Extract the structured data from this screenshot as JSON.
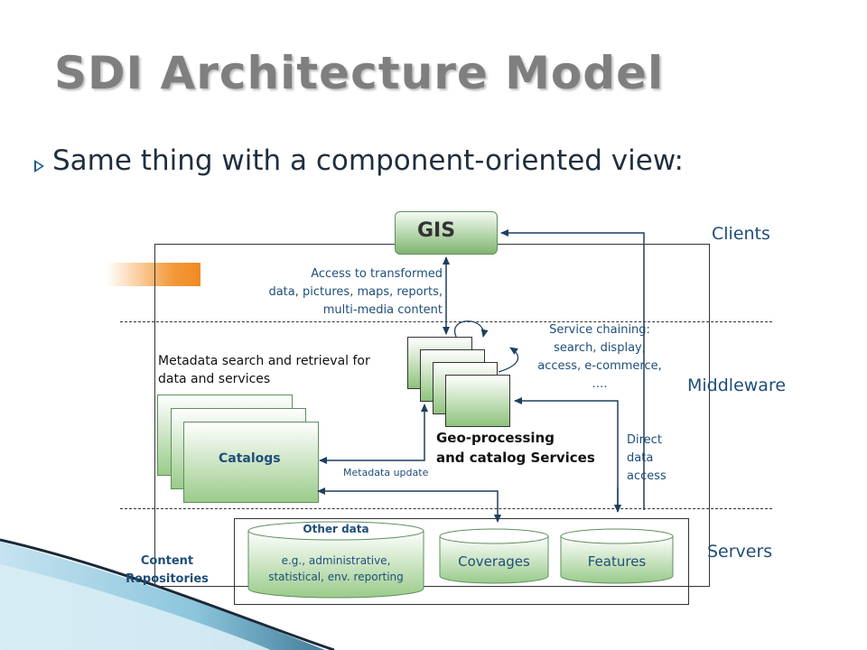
{
  "slide": {
    "title": "SDI Architecture Model",
    "subtitle": "Same thing with a component-oriented view:"
  },
  "tiers": {
    "clients": "Clients",
    "middleware": "Middleware",
    "servers": "Servers"
  },
  "nodes": {
    "gis": "GIS",
    "catalogs": "Catalogs",
    "geo_processing": [
      "Geo-processing",
      "and catalog Services"
    ],
    "content_repositories": [
      "Content",
      "Repositories"
    ],
    "other_data_title": "Other data",
    "other_data_desc": [
      "e.g., administrative,",
      "statistical, env. reporting"
    ],
    "coverages": "Coverages",
    "features": "Features"
  },
  "annotations": {
    "access_transformed": [
      "Access to transformed",
      "data, pictures, maps, reports,",
      "multi-media content"
    ],
    "metadata_search": [
      "Metadata search and retrieval for",
      "data and services"
    ],
    "service_chaining": [
      "Service chaining:",
      "search, display,",
      "access, e-commerce,",
      "…."
    ],
    "direct_access": [
      "Direct",
      "data",
      "access"
    ],
    "metadata_update": "Metadata  update"
  },
  "colors": {
    "title_gray": "#7f7f7f",
    "accent_blue": "#1f4e79",
    "component_green": "#8ec37c",
    "orange_bar": "#f08a22"
  }
}
